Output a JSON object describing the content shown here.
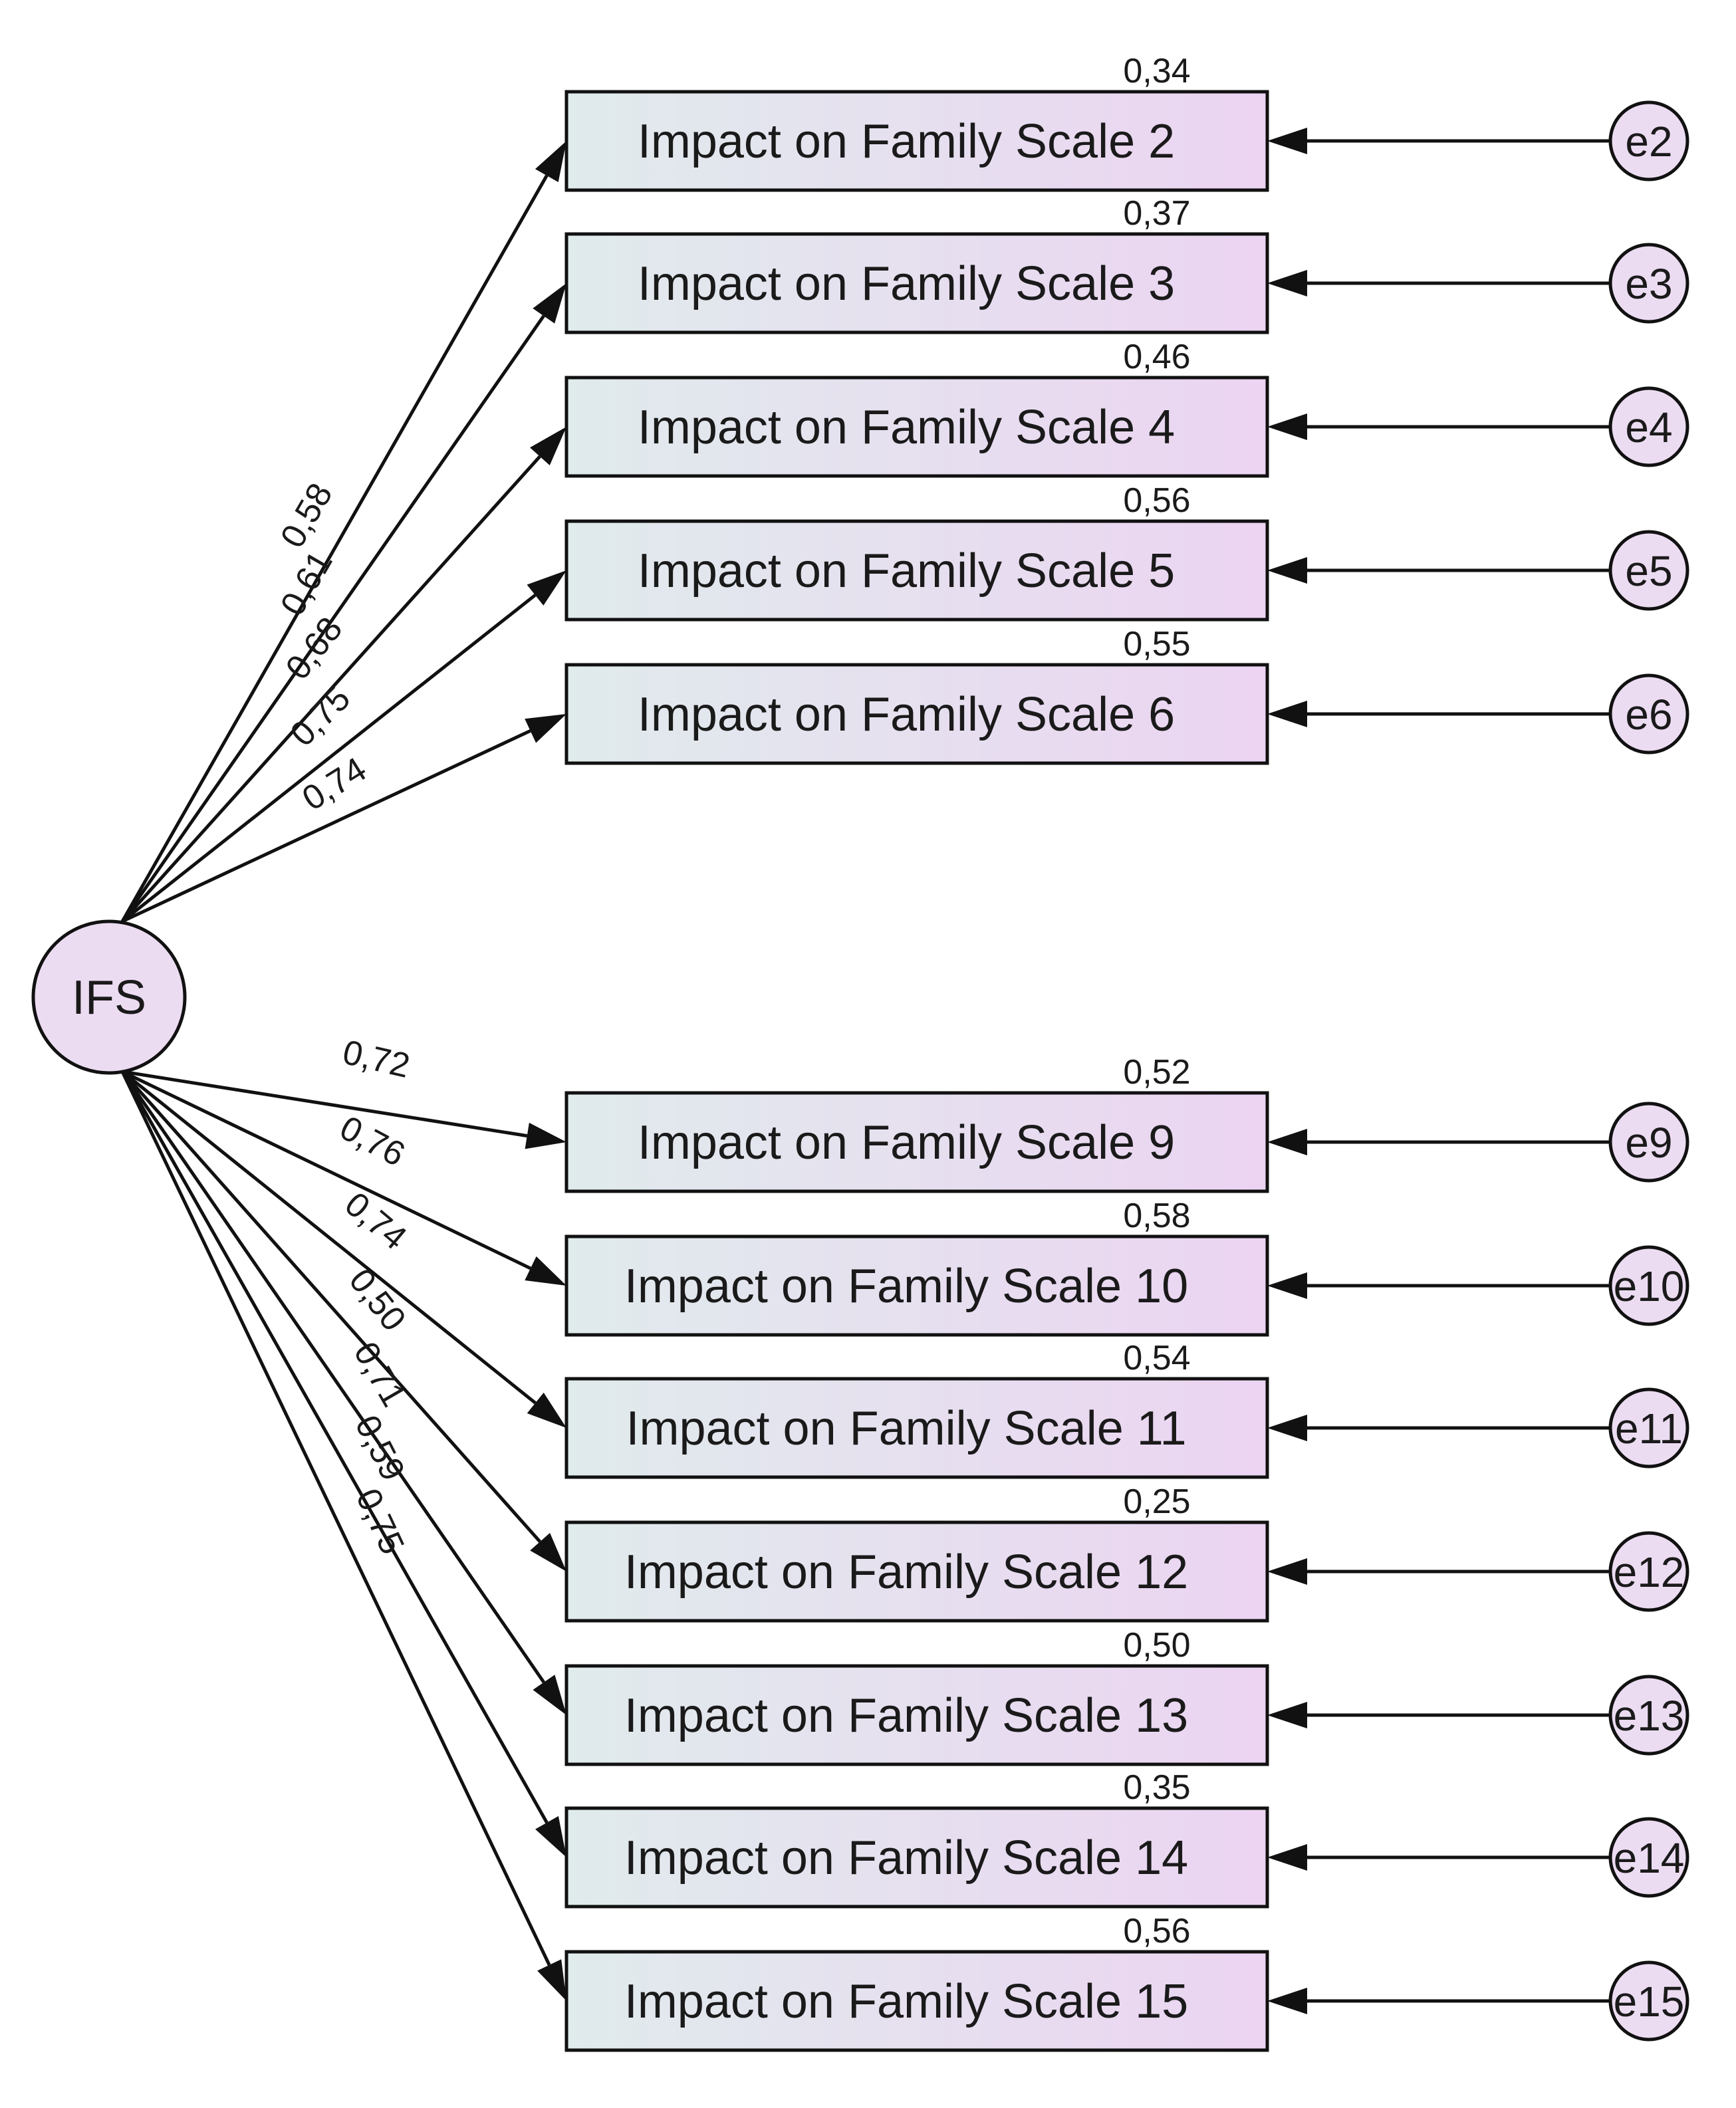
{
  "latent": {
    "label": "IFS"
  },
  "items": [
    {
      "label": "Impact on Family Scale 2",
      "error": "e2",
      "r2": "0,34",
      "loading": "0,58"
    },
    {
      "label": "Impact on Family Scale 3",
      "error": "e3",
      "r2": "0,37",
      "loading": "0,61"
    },
    {
      "label": "Impact on Family Scale 4",
      "error": "e4",
      "r2": "0,46",
      "loading": "0,68"
    },
    {
      "label": "Impact on Family Scale 5",
      "error": "e5",
      "r2": "0,56",
      "loading": "0,75"
    },
    {
      "label": "Impact on Family Scale 6",
      "error": "e6",
      "r2": "0,55",
      "loading": "0,74"
    },
    {
      "label": "Impact on Family Scale 9",
      "error": "e9",
      "r2": "0,52",
      "loading": "0,72"
    },
    {
      "label": "Impact on Family Scale 10",
      "error": "e10",
      "r2": "0,58",
      "loading": "0,76"
    },
    {
      "label": "Impact on Family Scale 11",
      "error": "e11",
      "r2": "0,54",
      "loading": "0,74"
    },
    {
      "label": "Impact on Family Scale 12",
      "error": "e12",
      "r2": "0,25",
      "loading": "0,50"
    },
    {
      "label": "Impact on Family Scale 13",
      "error": "e13",
      "r2": "0,50",
      "loading": "0,71"
    },
    {
      "label": "Impact on Family Scale 14",
      "error": "e14",
      "r2": "0,35",
      "loading": "0,59"
    },
    {
      "label": "Impact on Family Scale 15",
      "error": "e15",
      "r2": "0,56",
      "loading": "0,75"
    }
  ],
  "colors": {
    "box_fill_start": "#e0ebec",
    "box_fill_end": "#ecd4f2",
    "node_fill": "#ecdcf2",
    "stroke": "#111111"
  }
}
